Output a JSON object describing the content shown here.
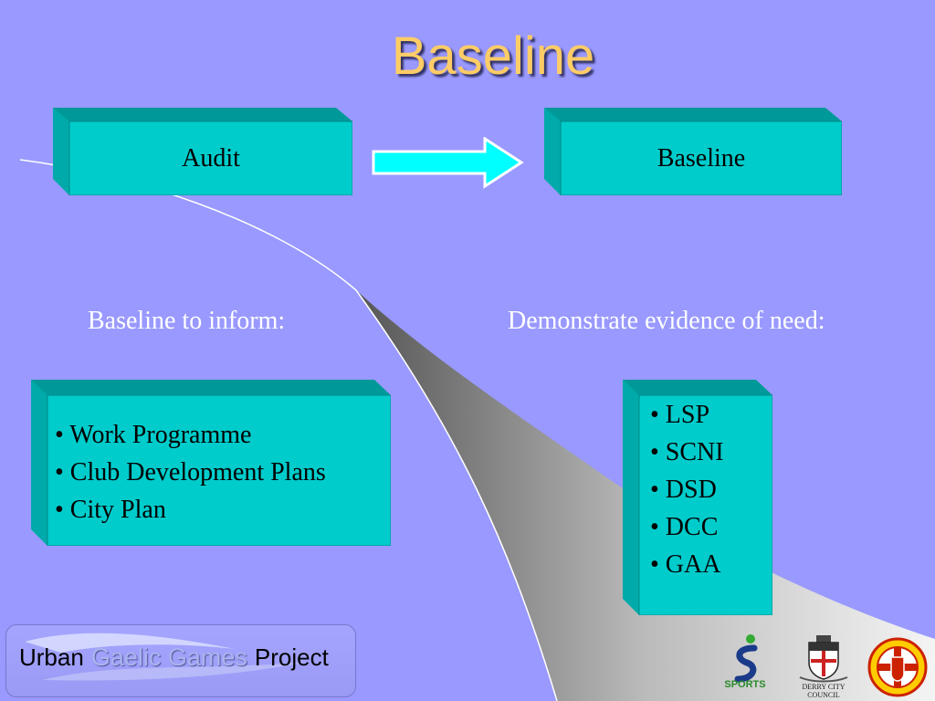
{
  "slide": {
    "title": "Baseline",
    "top_left_box": "Audit",
    "top_right_box": "Baseline",
    "left_caption": "Baseline to inform:",
    "right_caption": "Demonstrate evidence of need:",
    "left_list": [
      "• Work Programme",
      "• Club Development Plans",
      "• City Plan"
    ],
    "right_list": [
      "• LSP",
      "• SCNI",
      "• DSD",
      "• DCC",
      "• GAA"
    ]
  },
  "footer": {
    "word1": "Urban",
    "word2": "Gaelic Games",
    "word3": "Project"
  },
  "logos": {
    "sports_text": "SPORTS",
    "derry_text": "DERRY CITY COUNCIL"
  },
  "colors": {
    "background": "#9999ff",
    "box_face": "#00cccc",
    "box_top": "#009999",
    "title": "#ffcc66",
    "arrow": "#00ffff"
  }
}
